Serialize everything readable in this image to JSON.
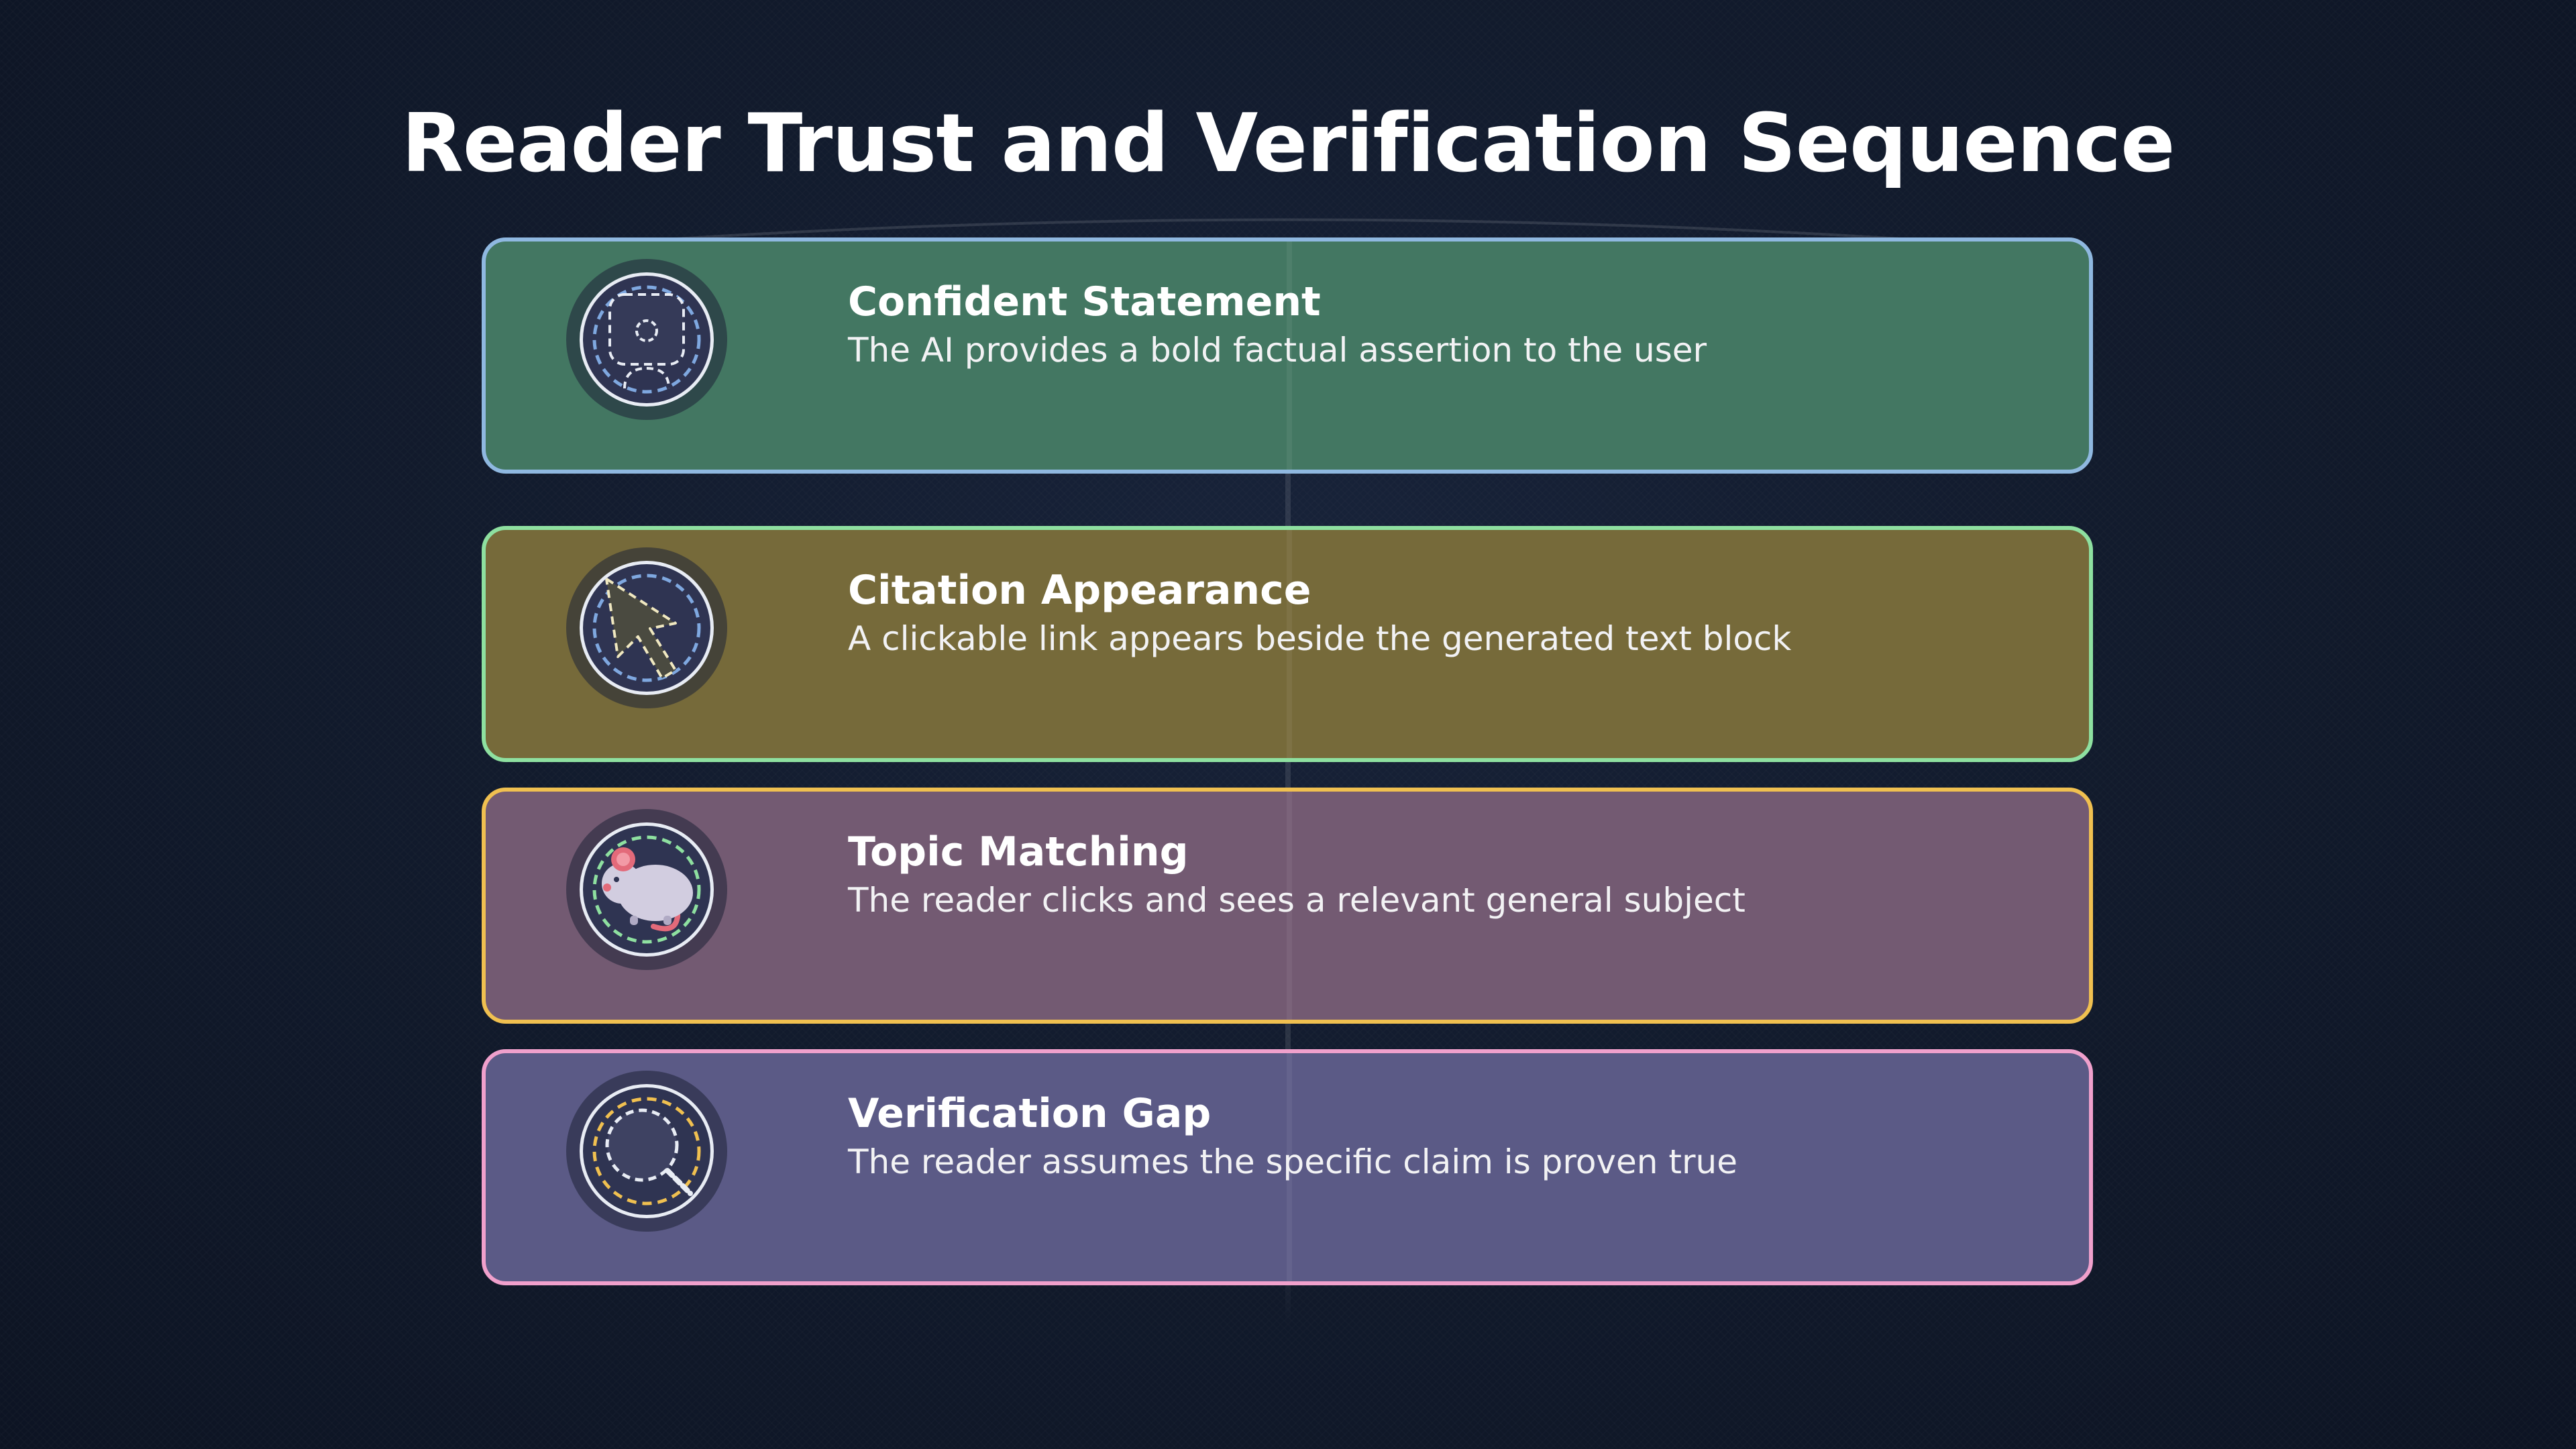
{
  "title": "Reader Trust and Verification Sequence",
  "steps": [
    {
      "title": "Confident Statement",
      "description": "The AI provides a bold factual assertion to the user",
      "icon": "robot-icon",
      "fill": "#437762",
      "border": "#8fb8e0",
      "dash": "#7fa8e0"
    },
    {
      "title": "Citation Appearance",
      "description": "A clickable link appears beside the generated text block",
      "icon": "cursor-icon",
      "fill": "#766a3a",
      "border": "#8ee0a0",
      "dash": "#7fa8e0"
    },
    {
      "title": "Topic Matching",
      "description": "The reader clicks and sees a relevant general subject",
      "icon": "mouse-icon",
      "fill": "#735a72",
      "border": "#f0c050",
      "dash": "#8ee0a0"
    },
    {
      "title": "Verification Gap",
      "description": "The reader assumes the specific claim is proven true",
      "icon": "magnifier-icon",
      "fill": "#5b5a86",
      "border": "#f0a0cc",
      "dash": "#f0c050"
    }
  ]
}
